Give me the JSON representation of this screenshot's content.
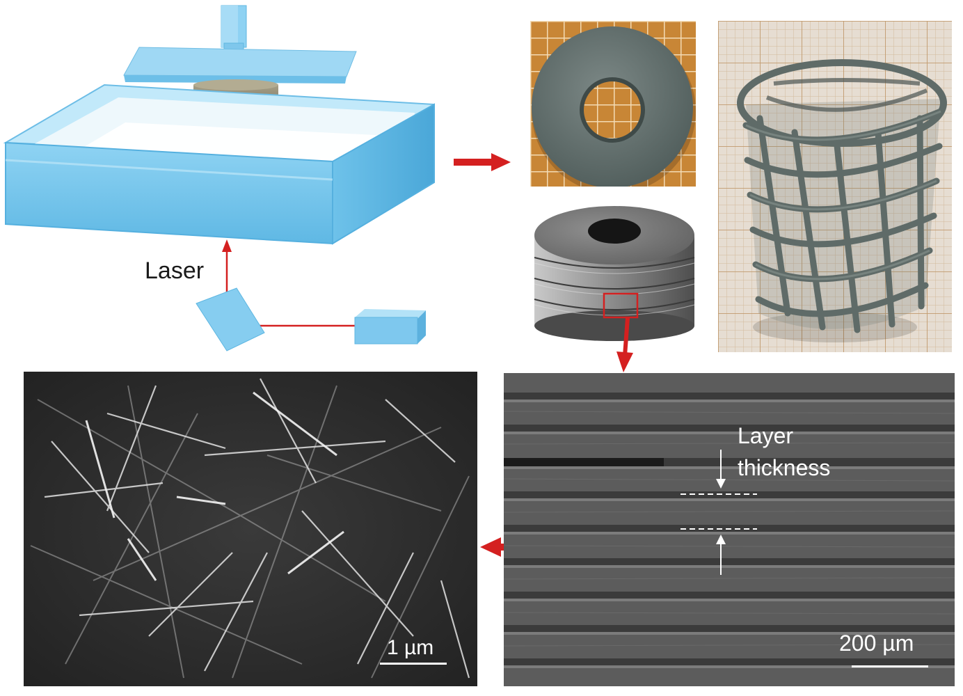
{
  "printer": {
    "laser_label": "Laser"
  },
  "sem_layers": {
    "annotation_line1": "Layer",
    "annotation_line2": "thickness",
    "scale_bar_label": "200 µm"
  },
  "sem_whiskers": {
    "scale_bar_label": "1 µm"
  },
  "colors": {
    "resin_blue": "#7cc9ee",
    "arrow_red": "#d42020",
    "ceramic_grey": "#5f6b68",
    "paper_orange": "#d89a3a"
  }
}
